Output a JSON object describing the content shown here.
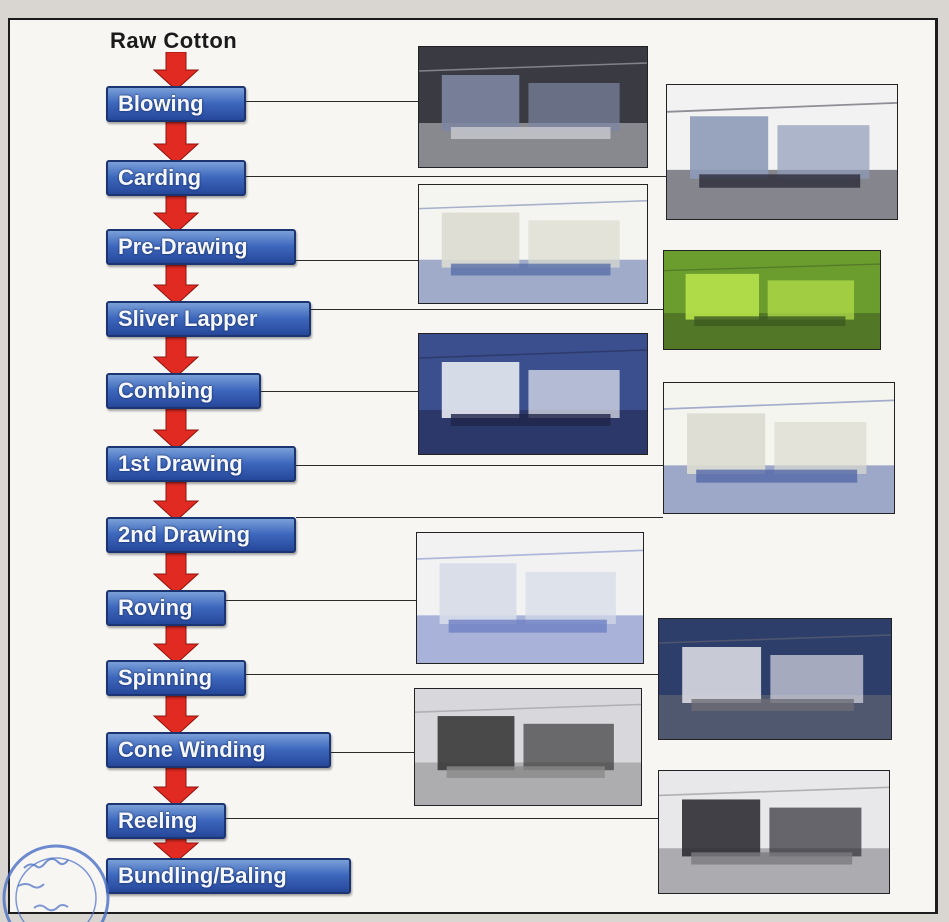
{
  "diagram": {
    "start_label": "Raw Cotton",
    "steps": [
      {
        "label": "Blowing"
      },
      {
        "label": "Carding"
      },
      {
        "label": "Pre-Drawing"
      },
      {
        "label": "Sliver Lapper"
      },
      {
        "label": "Combing"
      },
      {
        "label": "1st Drawing"
      },
      {
        "label": "2nd Drawing"
      },
      {
        "label": "Roving"
      },
      {
        "label": "Spinning"
      },
      {
        "label": "Cone Winding"
      },
      {
        "label": "Reeling"
      },
      {
        "label": "Bundling/Baling"
      }
    ]
  },
  "photos": [
    {
      "subject": "blowing-machine"
    },
    {
      "subject": "carding-machine"
    },
    {
      "subject": "pre-drawing-machine"
    },
    {
      "subject": "sliver-lapper-machine"
    },
    {
      "subject": "combing-machine"
    },
    {
      "subject": "drawing-machine"
    },
    {
      "subject": "roving-frame"
    },
    {
      "subject": "ring-spinning-frame"
    },
    {
      "subject": "cone-winding-machine"
    },
    {
      "subject": "reeling-machine"
    }
  ],
  "colors": {
    "step_fill": "#3d67bd",
    "step_border": "#1c3470",
    "arrow_fill": "#e02a22",
    "stamp_ink": "#4a6fc4"
  },
  "stamp": {
    "icon": "seal-stamp-icon"
  }
}
